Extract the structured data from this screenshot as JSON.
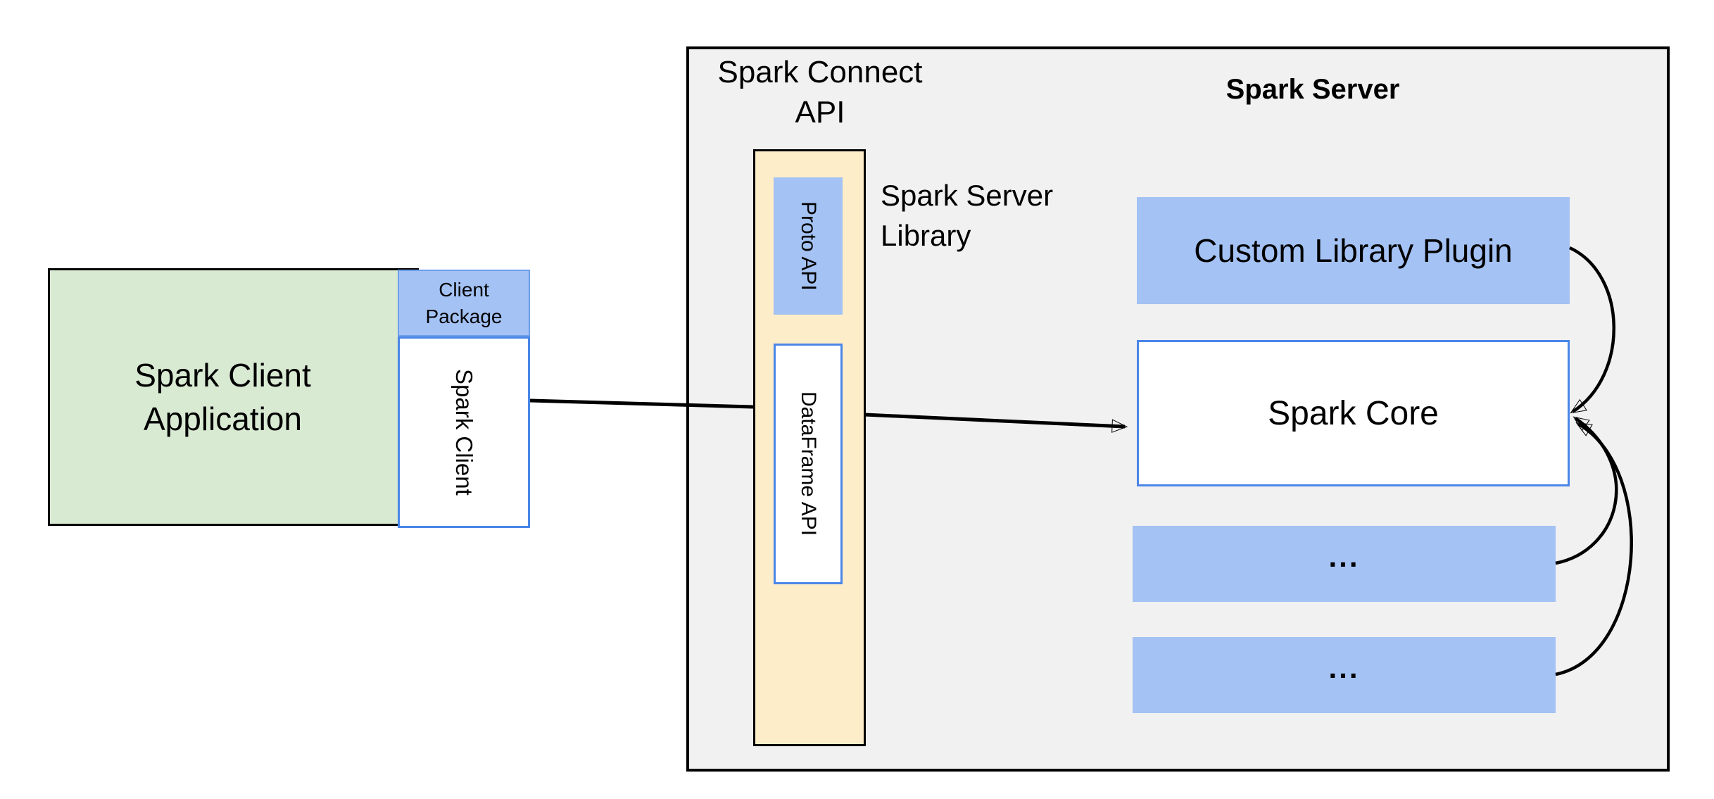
{
  "header": {
    "connect_line1": "Spark Connect",
    "connect_line2": "API",
    "server_title": "Spark Server"
  },
  "client": {
    "app_line1": "Spark Client",
    "app_line2": "Application",
    "package_line1": "Client",
    "package_line2": "Package",
    "spark_client": "Spark Client"
  },
  "connect": {
    "proto": "Proto API",
    "dataframe": "DataFrame API",
    "library_line1": "Spark Server",
    "library_line2": "Library"
  },
  "server": {
    "plugin": "Custom Library Plugin",
    "core": "Spark Core",
    "ellipsis1": "...",
    "ellipsis2": "..."
  },
  "icons": {
    "arrows": "black arrow connectors: client-to-server straight arrow, plugin-to-core curve, more1-to-core curve, more2-to-core curve"
  },
  "colors": {
    "green_fill": "#d9ead3",
    "blue_fill": "#a4c2f4",
    "yellow_fill": "#fdeec9",
    "gray_fill": "#f1f1f2",
    "blue_border": "#4a86e8",
    "black": "#000000",
    "white": "#ffffff"
  }
}
